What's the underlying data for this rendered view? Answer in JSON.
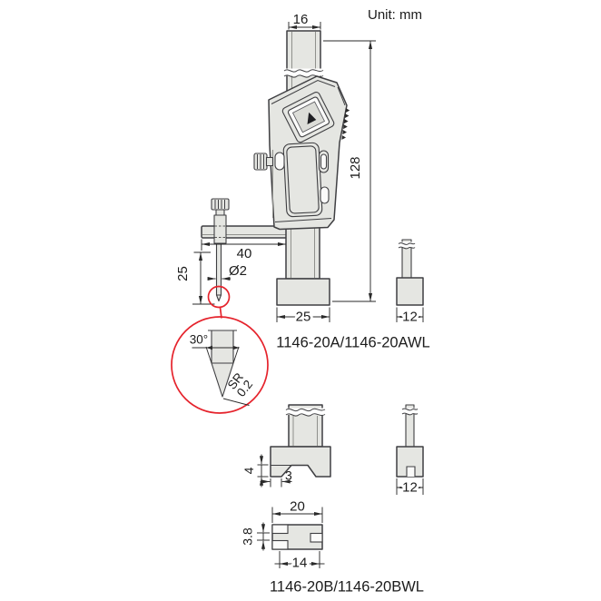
{
  "unit_label": "Unit: mm",
  "main_figure": {
    "model_label": "1146-20A/1146-20AWL",
    "dims": {
      "column_width": "16",
      "overall_height": "128",
      "arm_reach": "40",
      "probe_diameter": "Ø2",
      "probe_length": "25",
      "base_width": "25",
      "base_depth": "12"
    },
    "tip_detail": {
      "cone_angle": "30°",
      "radius_prefix": "SR",
      "radius_value": "0.2"
    }
  },
  "b_figure": {
    "model_label": "1146-20B/1146-20BWL",
    "dims": {
      "foot_height": "4",
      "foot_width": "3",
      "base_depth": "12",
      "base_width": "20",
      "slot_width": "3.8",
      "inner_width": "14"
    }
  },
  "colors": {
    "part_fill": "#e5e6e2",
    "outline": "#3f3f42",
    "dimension": "#2a2a2a",
    "highlight_red": "#e5232c"
  }
}
